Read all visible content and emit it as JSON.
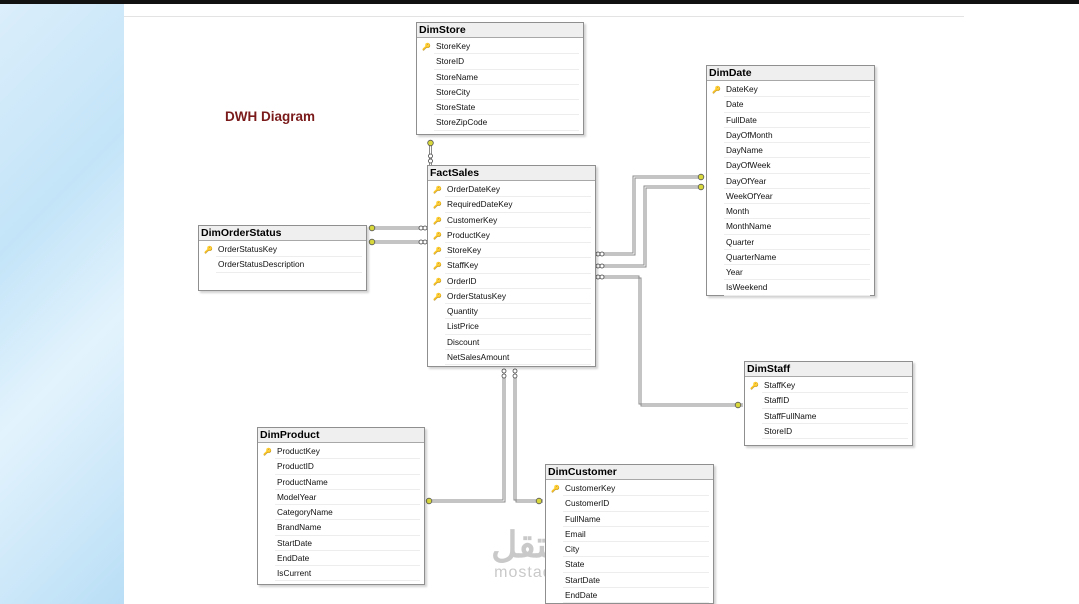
{
  "diagram_title": "DWH Diagram",
  "watermark": {
    "arabic": "مستقل",
    "latin": "mostaql.com"
  },
  "tables": {
    "dimstore": {
      "name": "DimStore",
      "columns": [
        "StoreKey",
        "StoreID",
        "StoreName",
        "StoreCity",
        "StoreState",
        "StoreZipCode"
      ],
      "key_columns": [
        "StoreKey"
      ]
    },
    "dimdate": {
      "name": "DimDate",
      "columns": [
        "DateKey",
        "Date",
        "FullDate",
        "DayOfMonth",
        "DayName",
        "DayOfWeek",
        "DayOfYear",
        "WeekOfYear",
        "Month",
        "MonthName",
        "Quarter",
        "QuarterName",
        "Year",
        "IsWeekend"
      ],
      "key_columns": [
        "DateKey"
      ]
    },
    "factsales": {
      "name": "FactSales",
      "columns": [
        "OrderDateKey",
        "RequiredDateKey",
        "CustomerKey",
        "ProductKey",
        "StoreKey",
        "StaffKey",
        "OrderID",
        "OrderStatusKey",
        "Quantity",
        "ListPrice",
        "Discount",
        "NetSalesAmount"
      ],
      "key_columns": [
        "OrderDateKey",
        "RequiredDateKey",
        "CustomerKey",
        "ProductKey",
        "StoreKey",
        "StaffKey",
        "OrderID",
        "OrderStatusKey"
      ]
    },
    "dimorderstatus": {
      "name": "DimOrderStatus",
      "columns": [
        "OrderStatusKey",
        "OrderStatusDescription"
      ],
      "key_columns": [
        "OrderStatusKey"
      ]
    },
    "dimstaff": {
      "name": "DimStaff",
      "columns": [
        "StaffKey",
        "StaffID",
        "StaffFullName",
        "StoreID"
      ],
      "key_columns": [
        "StaffKey"
      ]
    },
    "dimproduct": {
      "name": "DimProduct",
      "columns": [
        "ProductKey",
        "ProductID",
        "ProductName",
        "ModelYear",
        "CategoryName",
        "BrandName",
        "StartDate",
        "EndDate",
        "IsCurrent"
      ],
      "key_columns": [
        "ProductKey"
      ]
    },
    "dimcustomer": {
      "name": "DimCustomer",
      "columns": [
        "CustomerKey",
        "CustomerID",
        "FullName",
        "Email",
        "City",
        "State",
        "StartDate",
        "EndDate"
      ],
      "key_columns": [
        "CustomerKey"
      ]
    }
  },
  "relationships": [
    {
      "from": "FactSales",
      "to": "DimStore"
    },
    {
      "from": "FactSales",
      "to": "DimOrderStatus"
    },
    {
      "from": "FactSales",
      "to": "DimOrderStatus"
    },
    {
      "from": "FactSales",
      "to": "DimDate"
    },
    {
      "from": "FactSales",
      "to": "DimDate"
    },
    {
      "from": "FactSales",
      "to": "DimStaff"
    },
    {
      "from": "FactSales",
      "to": "DimProduct"
    },
    {
      "from": "FactSales",
      "to": "DimCustomer"
    }
  ],
  "colors": {
    "title": "#7a1a1a",
    "key_icon": "#c9a21c",
    "connector": "#8a8a8a",
    "endpoint": "#d8d83c"
  }
}
